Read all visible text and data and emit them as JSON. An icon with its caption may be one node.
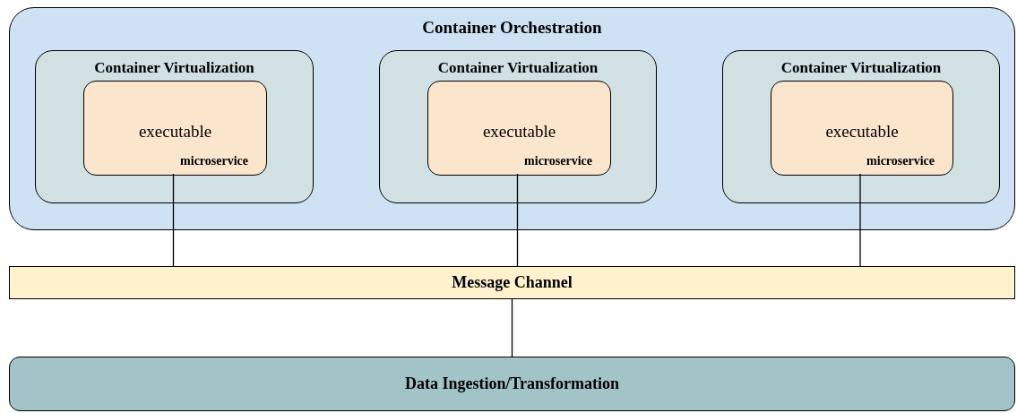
{
  "diagram": {
    "nodes": [
      {
        "text": [
          "Container Orchestration"
        ]
      },
      {
        "text": [
          "Container Virtualization"
        ],
        "in": 0
      },
      {
        "text": [
          "executable",
          "microservice"
        ],
        "in": 1
      },
      {
        "text": [
          "Container Virtualization"
        ],
        "in": 0
      },
      {
        "text": [
          "executable",
          "microservice"
        ],
        "in": 3
      },
      {
        "text": [
          "Container Virtualization"
        ],
        "in": 0
      },
      {
        "text": [
          "executable",
          "microservice"
        ],
        "in": 5
      },
      {
        "text": [
          "Message Channel"
        ]
      },
      {
        "text": [
          "Data Ingestion/Transformation"
        ]
      }
    ],
    "edges": [
      {
        "from": 2,
        "to": 7,
        "arrow": "none"
      },
      {
        "from": 4,
        "to": 7,
        "arrow": "none"
      },
      {
        "from": 6,
        "to": 7,
        "arrow": "none"
      },
      {
        "from": 7,
        "to": 8,
        "arrow": "none"
      }
    ]
  }
}
